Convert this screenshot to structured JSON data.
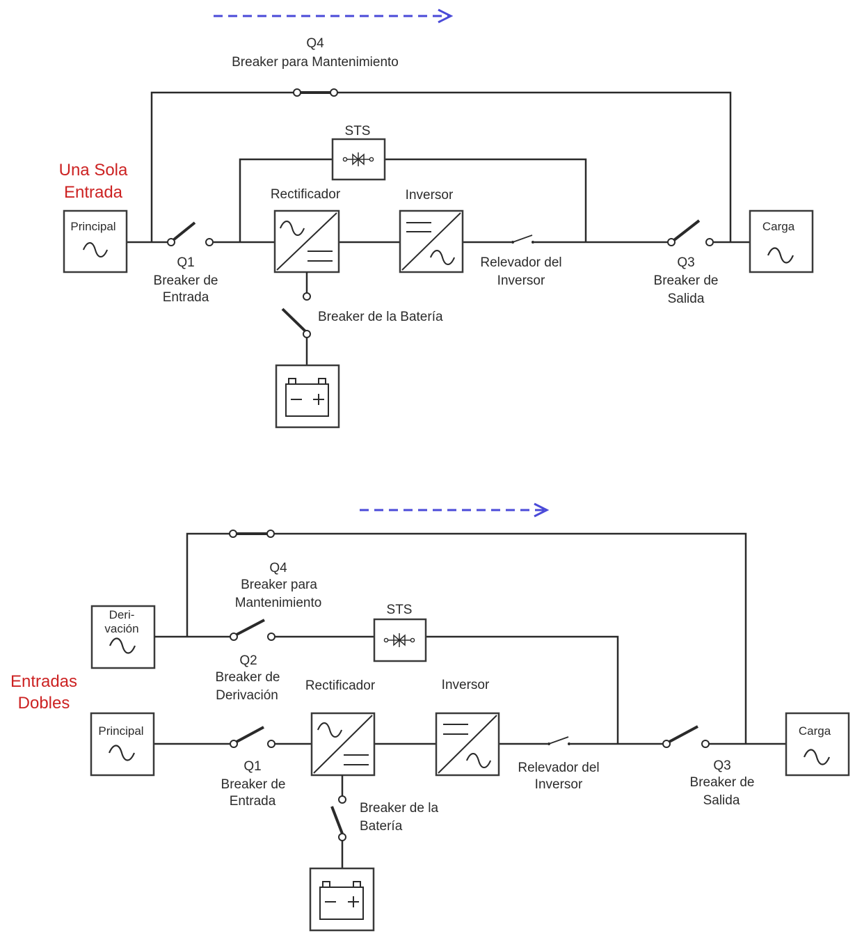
{
  "colors": {
    "title": "#cc2222",
    "flow_arrow": "#4a4ad8",
    "line": "#2a2a2a"
  },
  "top": {
    "title_line1": "Una Sola",
    "title_line2": "Entrada",
    "principal": "Principal",
    "carga": "Carga",
    "q4_code": "Q4",
    "q4_desc": "Breaker para Mantenimiento",
    "sts": "STS",
    "rectifier": "Rectificador",
    "inverter": "Inversor",
    "q1_code": "Q1",
    "q1_desc1": "Breaker de",
    "q1_desc2": "Entrada",
    "relay1": "Relevador del",
    "relay2": "Inversor",
    "q3_code": "Q3",
    "q3_desc1": "Breaker de",
    "q3_desc2": "Salida",
    "battery_breaker": "Breaker de la Batería"
  },
  "bottom": {
    "title_line1": "Entradas",
    "title_line2": "Dobles",
    "bypass1": "Deri-",
    "bypass2": "vación",
    "principal": "Principal",
    "carga": "Carga",
    "q4_code": "Q4",
    "q4_desc1": "Breaker para",
    "q4_desc2": "Mantenimiento",
    "sts": "STS",
    "q2_code": "Q2",
    "q2_desc1": "Breaker de",
    "q2_desc2": "Derivación",
    "rectifier": "Rectificador",
    "inverter": "Inversor",
    "q1_code": "Q1",
    "q1_desc1": "Breaker de",
    "q1_desc2": "Entrada",
    "relay1": "Relevador del",
    "relay2": "Inversor",
    "q3_code": "Q3",
    "q3_desc1": "Breaker de",
    "q3_desc2": "Salida",
    "battery_breaker1": "Breaker de la",
    "battery_breaker2": "Batería"
  }
}
